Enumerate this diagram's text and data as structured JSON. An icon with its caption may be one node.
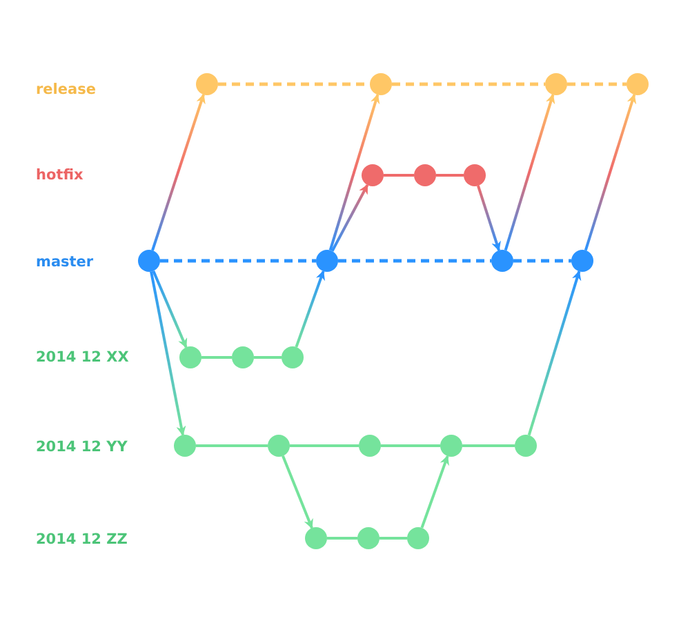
{
  "diagram": {
    "nodes": [
      {
        "text": [],
        "shape": "circle"
      },
      {
        "text": [],
        "shape": "circle"
      },
      {
        "text": [],
        "shape": "circle"
      },
      {
        "text": [],
        "shape": "circle"
      },
      {
        "text": [],
        "shape": "circle"
      },
      {
        "text": [],
        "shape": "circle"
      },
      {
        "text": [],
        "shape": "circle"
      },
      {
        "text": [],
        "shape": "circle"
      },
      {
        "text": [],
        "shape": "circle"
      },
      {
        "text": [],
        "shape": "circle"
      },
      {
        "text": [],
        "shape": "circle"
      },
      {
        "text": [],
        "shape": "circle"
      },
      {
        "text": [],
        "shape": "circle"
      },
      {
        "text": [],
        "shape": "circle"
      },
      {
        "text": [],
        "shape": "circle"
      },
      {
        "text": [],
        "shape": "circle"
      },
      {
        "text": [],
        "shape": "circle"
      },
      {
        "text": [],
        "shape": "circle"
      },
      {
        "text": [],
        "shape": "circle"
      },
      {
        "text": [],
        "shape": "circle"
      },
      {
        "text": [],
        "shape": "circle"
      },
      {
        "text": [],
        "shape": "circle"
      }
    ],
    "edges": [
      {
        "from": 0,
        "to": 1,
        "arrow": "none",
        "style": "dashed",
        "color": "#ffc766"
      },
      {
        "from": 1,
        "to": 2,
        "arrow": "none",
        "style": "dashed",
        "color": "#ffc766"
      },
      {
        "from": 2,
        "to": 3,
        "arrow": "none",
        "style": "dashed",
        "color": "#ffc766"
      },
      {
        "from": 4,
        "to": 5,
        "arrow": "none",
        "color": "#ef6b6b"
      },
      {
        "from": 5,
        "to": 6,
        "arrow": "none",
        "color": "#ef6b6b"
      },
      {
        "from": 7,
        "to": 8,
        "arrow": "none",
        "style": "dashed",
        "color": "#2a93ff"
      },
      {
        "from": 8,
        "to": 9,
        "arrow": "none",
        "style": "dashed",
        "color": "#2a93ff"
      },
      {
        "from": 9,
        "to": 10,
        "arrow": "none",
        "style": "dashed",
        "color": "#2a93ff"
      },
      {
        "from": 11,
        "to": 12,
        "arrow": "none"
      },
      {
        "from": 12,
        "to": 13,
        "arrow": "none"
      },
      {
        "from": 14,
        "to": 15,
        "arrow": "none"
      },
      {
        "from": 15,
        "to": 16,
        "arrow": "none"
      },
      {
        "from": 16,
        "to": 17,
        "arrow": "none"
      },
      {
        "from": 17,
        "to": 18,
        "arrow": "none"
      },
      {
        "from": 19,
        "to": 20,
        "arrow": "none"
      },
      {
        "from": 20,
        "to": 21,
        "arrow": "none"
      },
      {
        "from": 7,
        "to": 0,
        "arrow": "to"
      },
      {
        "from": 7,
        "to": 11,
        "arrow": "to"
      },
      {
        "from": 7,
        "to": 14,
        "arrow": "to"
      },
      {
        "from": 13,
        "to": 8,
        "arrow": "to"
      },
      {
        "from": 8,
        "to": 1,
        "arrow": "to"
      },
      {
        "from": 8,
        "to": 4,
        "arrow": "to"
      },
      {
        "from": 6,
        "to": 9,
        "arrow": "to"
      },
      {
        "from": 9,
        "to": 2,
        "arrow": "to"
      },
      {
        "from": 15,
        "to": 19,
        "arrow": "to"
      },
      {
        "from": 21,
        "to": 17,
        "arrow": "to"
      },
      {
        "from": 18,
        "to": 10,
        "arrow": "to"
      },
      {
        "from": 10,
        "to": 3,
        "arrow": "to"
      }
    ],
    "labels": [
      "release",
      "hotfix",
      "master",
      "2014 12 XX",
      "2014 12 YY",
      "2014 12 ZZ"
    ]
  }
}
